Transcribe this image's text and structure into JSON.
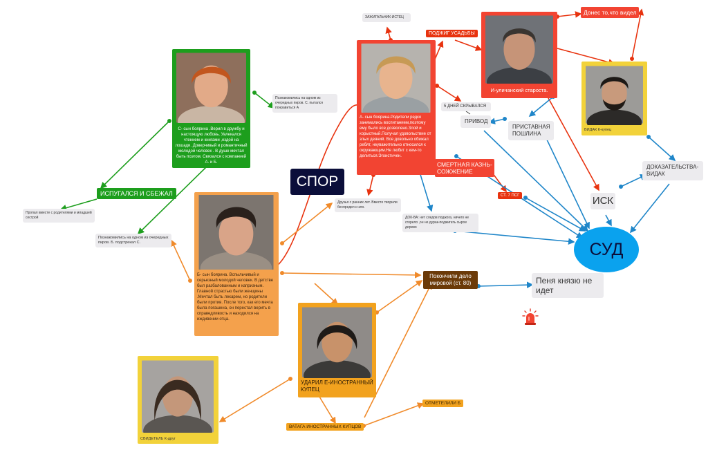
{
  "nodes": {
    "green_card_text": "С- сын боярина .Верил в дружбу и настоящую любовь. Увлекался чтением и книгами ,ездой на лошади. Доверчивый и романтичный молодой человек . В душе мечтал быть поэтом. Связался с компанией А. и Б.",
    "red_card_text": "А- сын боярина.Родители редко занимались воспитанием,поэтому ему было все дозволено.Злой и корыстный.Получал удовольствие от злых деяний. Все довольно обижал ребят, неуважительно относился к окружающим.Не любит с кем-то делиться.Эгоистичен.",
    "orange_card_text": "Б- сын боярина. Вспыльчивый и серьезный молодой человек. В детстве был разбалованным и капризным. Главной страстью были женщины .Мечтал быть лекарем, но родители были против. После того, как его мечта была погашена, он перестал верить в справедливость и находился на иждивении отца.",
    "elder_label": "И-уличанский староста.",
    "vidak_label": "ВИДАК К-купец",
    "merchant_label": "УДАРИЛ Е-ИНОСТРАННЫЙ КУПЕЦ",
    "witness_label": "СВИДЕТЕЛЬ К-друг",
    "spor": "СПОР",
    "sud": "СУД",
    "isk": "ИСК",
    "scared": "ИСПУГАЛСЯ И СБЕЖАЛ",
    "lost_note": "Пропал вместе с родителями и младшей сестрой",
    "met_c_note": "Познакомились на одном из очередных пиров. С. пытался понравиться А",
    "met_b_note": "Познакомились на одном из очередных пиров. Б. подстрекал С.",
    "friends_note": "Друзья с ранних лет. Вместе творили беспредел и зло.",
    "evidence_note": "ДОК-ВА: нет следов поджога, ничего не сгорело ,он не дурак-поджигать сырое дерево",
    "igniter": "ЗАЖИГАЛЬНИК-ИСТЕЦ",
    "arson": "ПОДЖИГ УСАДЬБЫ",
    "report": "Донес то,что видел",
    "hid": "5 ДНЕЙ СКРЫВАЛСЯ",
    "privod": "ПРИВОД",
    "duty": "ПРИСТАВНАЯ ПОШЛИНА",
    "proof": "ДОКАЗАТЕЛЬСТВА-ВИДАК",
    "death": "СМЕРТНАЯ КАЗНЬ-СОЖЖЕНИЕ",
    "article7": "СТ. 7 ПСГ",
    "settled": "Покончили дело мировой (ст. 80)",
    "penalty": "Пеня князю не идет",
    "caravan": "ВАТАГА ИНОСТРАННЫХ КУПЦОВ",
    "noted": "ОТМЕТЕЛИЛИ Б"
  },
  "colors": {
    "green": "#1d9e1d",
    "red": "#f24432",
    "orange": "#f4a14c",
    "yellow": "#f2d23a",
    "blue": "#1f86c9",
    "sud_blue": "#0aa2ee",
    "navy": "#0b0e3a",
    "brown": "#6b3a08"
  },
  "icons": [
    "siren-icon"
  ]
}
